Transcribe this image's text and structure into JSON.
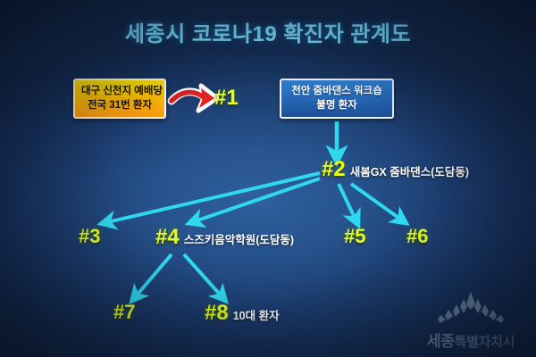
{
  "header": {
    "title": "세종시 코로나19 확진자 관계도",
    "title_color": "#7fe4ff"
  },
  "sources": {
    "orange_box": {
      "line1": "대구 신천지 예배당",
      "line2": "전국 31번 환자",
      "fill_color": "#ffc400",
      "text_color": "#1a1208"
    },
    "blue_box": {
      "line1": "천안 줌바댄스 워크숍",
      "line2": "불명 환자",
      "fill_color": "#2566b4",
      "text_color": "#ffffff"
    }
  },
  "nodes": [
    {
      "id": "n1",
      "num": "#1",
      "desc": ""
    },
    {
      "id": "n2",
      "num": "#2",
      "desc": "새봄GX 줌바댄스(도담동)"
    },
    {
      "id": "n3",
      "num": "#3",
      "desc": ""
    },
    {
      "id": "n4",
      "num": "#4",
      "desc": "스즈키음악학원(도담동)"
    },
    {
      "id": "n5",
      "num": "#5",
      "desc": ""
    },
    {
      "id": "n6",
      "num": "#6",
      "desc": ""
    },
    {
      "id": "n7",
      "num": "#7",
      "desc": ""
    },
    {
      "id": "n8",
      "num": "#8",
      "desc": "10대 환자"
    }
  ],
  "arrows": [
    {
      "name": "orange-box-to-node-1",
      "color": "#e12020",
      "style": "curved-red"
    },
    {
      "name": "blue-box-to-node-2",
      "color": "#2fd8ef",
      "style": "straight-down"
    },
    {
      "name": "node-2-to-node-3",
      "color": "#2fd8ef",
      "style": "diagonal"
    },
    {
      "name": "node-2-to-node-4",
      "color": "#2fd8ef",
      "style": "diagonal"
    },
    {
      "name": "node-2-to-node-5",
      "color": "#2fd8ef",
      "style": "diagonal"
    },
    {
      "name": "node-2-to-node-6",
      "color": "#2fd8ef",
      "style": "diagonal"
    },
    {
      "name": "node-4-to-node-7",
      "color": "#2fd8ef",
      "style": "diagonal"
    },
    {
      "name": "node-4-to-node-8",
      "color": "#2fd8ef",
      "style": "diagonal"
    }
  ],
  "logo": {
    "name_prefix": "세종",
    "name_suffix": "특별자치시",
    "color": "#9db4ce"
  },
  "colors": {
    "background_dark": "#101f3a",
    "background_light": "#2f5f9e",
    "accent_cyan": "#2fd8ef",
    "node_yellow": "#eaff17",
    "arrow_red": "#e12020"
  }
}
